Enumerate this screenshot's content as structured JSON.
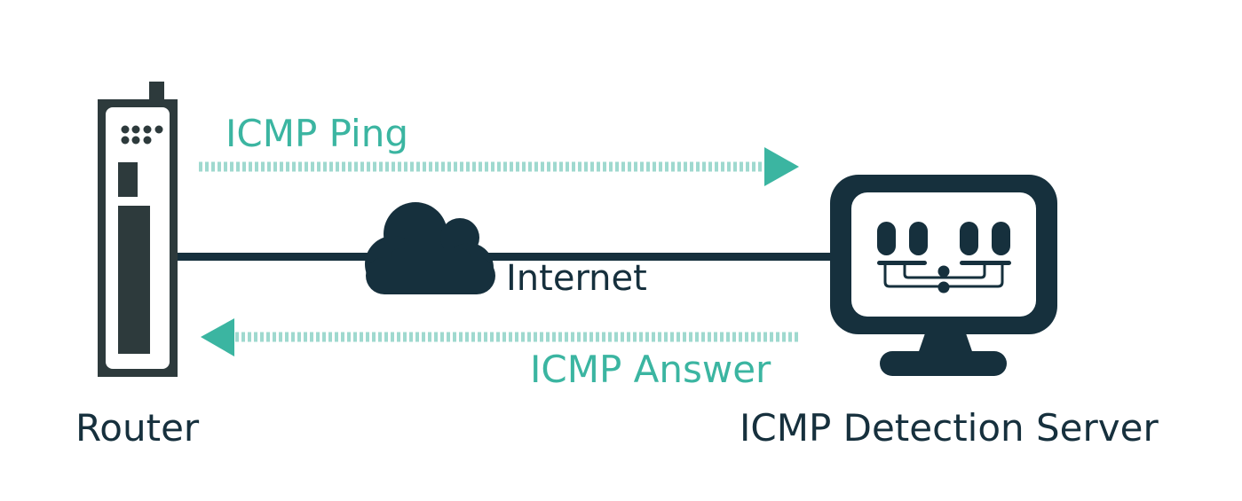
{
  "diagram": {
    "title_left": "Router",
    "title_right": "ICMP Detection Server",
    "ping_label": "ICMP Ping",
    "answer_label": "ICMP Answer",
    "cloud_label": "Internet",
    "nodes": [
      {
        "id": "router",
        "label": "Router",
        "icon": "router-icon"
      },
      {
        "id": "internet",
        "label": "Internet",
        "icon": "cloud-icon"
      },
      {
        "id": "server",
        "label": "ICMP Detection Server",
        "icon": "monitor-network-icon"
      }
    ],
    "edges": [
      {
        "from": "router",
        "to": "server",
        "label": "ICMP Ping",
        "style": "dotted",
        "direction": "right"
      },
      {
        "from": "server",
        "to": "router",
        "label": "ICMP Answer",
        "style": "dotted",
        "direction": "left"
      },
      {
        "from": "router",
        "to": "server",
        "via": "internet",
        "style": "solid"
      }
    ],
    "colors": {
      "accent": "#3bb5a1",
      "accent_light": "#9fd9cf",
      "dark": "#16303d",
      "router": "#2d3a3c"
    }
  }
}
